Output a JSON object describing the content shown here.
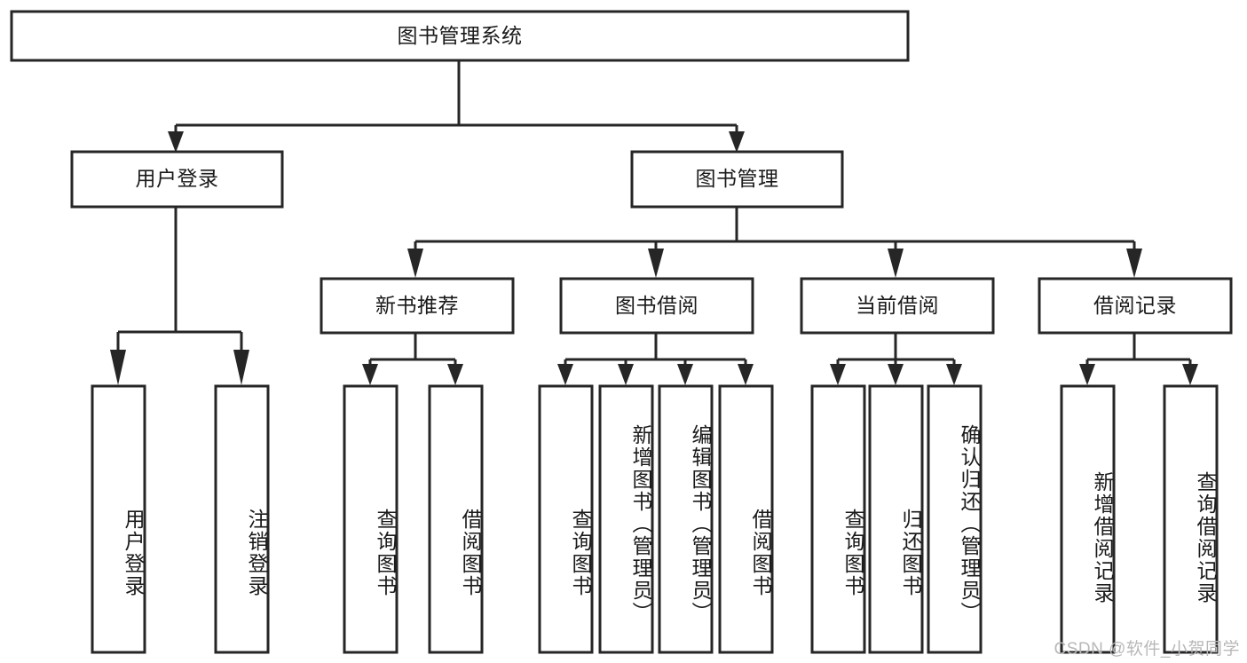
{
  "diagram": {
    "title": "图书管理系统",
    "watermark": "CSDN @软件_小贺同学",
    "nodes": {
      "root": {
        "label": "图书管理系统"
      },
      "user_login": {
        "label": "用户登录"
      },
      "book_manage": {
        "label": "图书管理"
      },
      "new_book_rec": {
        "label": "新书推荐"
      },
      "book_borrow": {
        "label": "图书借阅"
      },
      "current_borrow": {
        "label": "当前借阅"
      },
      "borrow_record": {
        "label": "借阅记录"
      },
      "leaf_user_login": {
        "label": "用户登录"
      },
      "leaf_logout": {
        "label": "注销登录"
      },
      "leaf_query_book_1": {
        "label": "查询图书"
      },
      "leaf_borrow_book_1": {
        "label": "借阅图书"
      },
      "leaf_query_book_2": {
        "label": "查询图书"
      },
      "leaf_add_book": {
        "label": "新增图书（管理员）"
      },
      "leaf_edit_book": {
        "label": "编辑图书（管理员）"
      },
      "leaf_borrow_book_2": {
        "label": "借阅图书"
      },
      "leaf_query_book_3": {
        "label": "查询图书"
      },
      "leaf_return_book": {
        "label": "归还图书"
      },
      "leaf_confirm_return": {
        "label": "确认归还（管理员）"
      },
      "leaf_add_record": {
        "label": "新增借阅记录"
      },
      "leaf_query_record": {
        "label": "查询借阅记录"
      }
    },
    "colors": {
      "stroke": "#262626",
      "fill": "#ffffff",
      "text": "#1a1a1a",
      "watermark": "#b8b8b8"
    }
  }
}
